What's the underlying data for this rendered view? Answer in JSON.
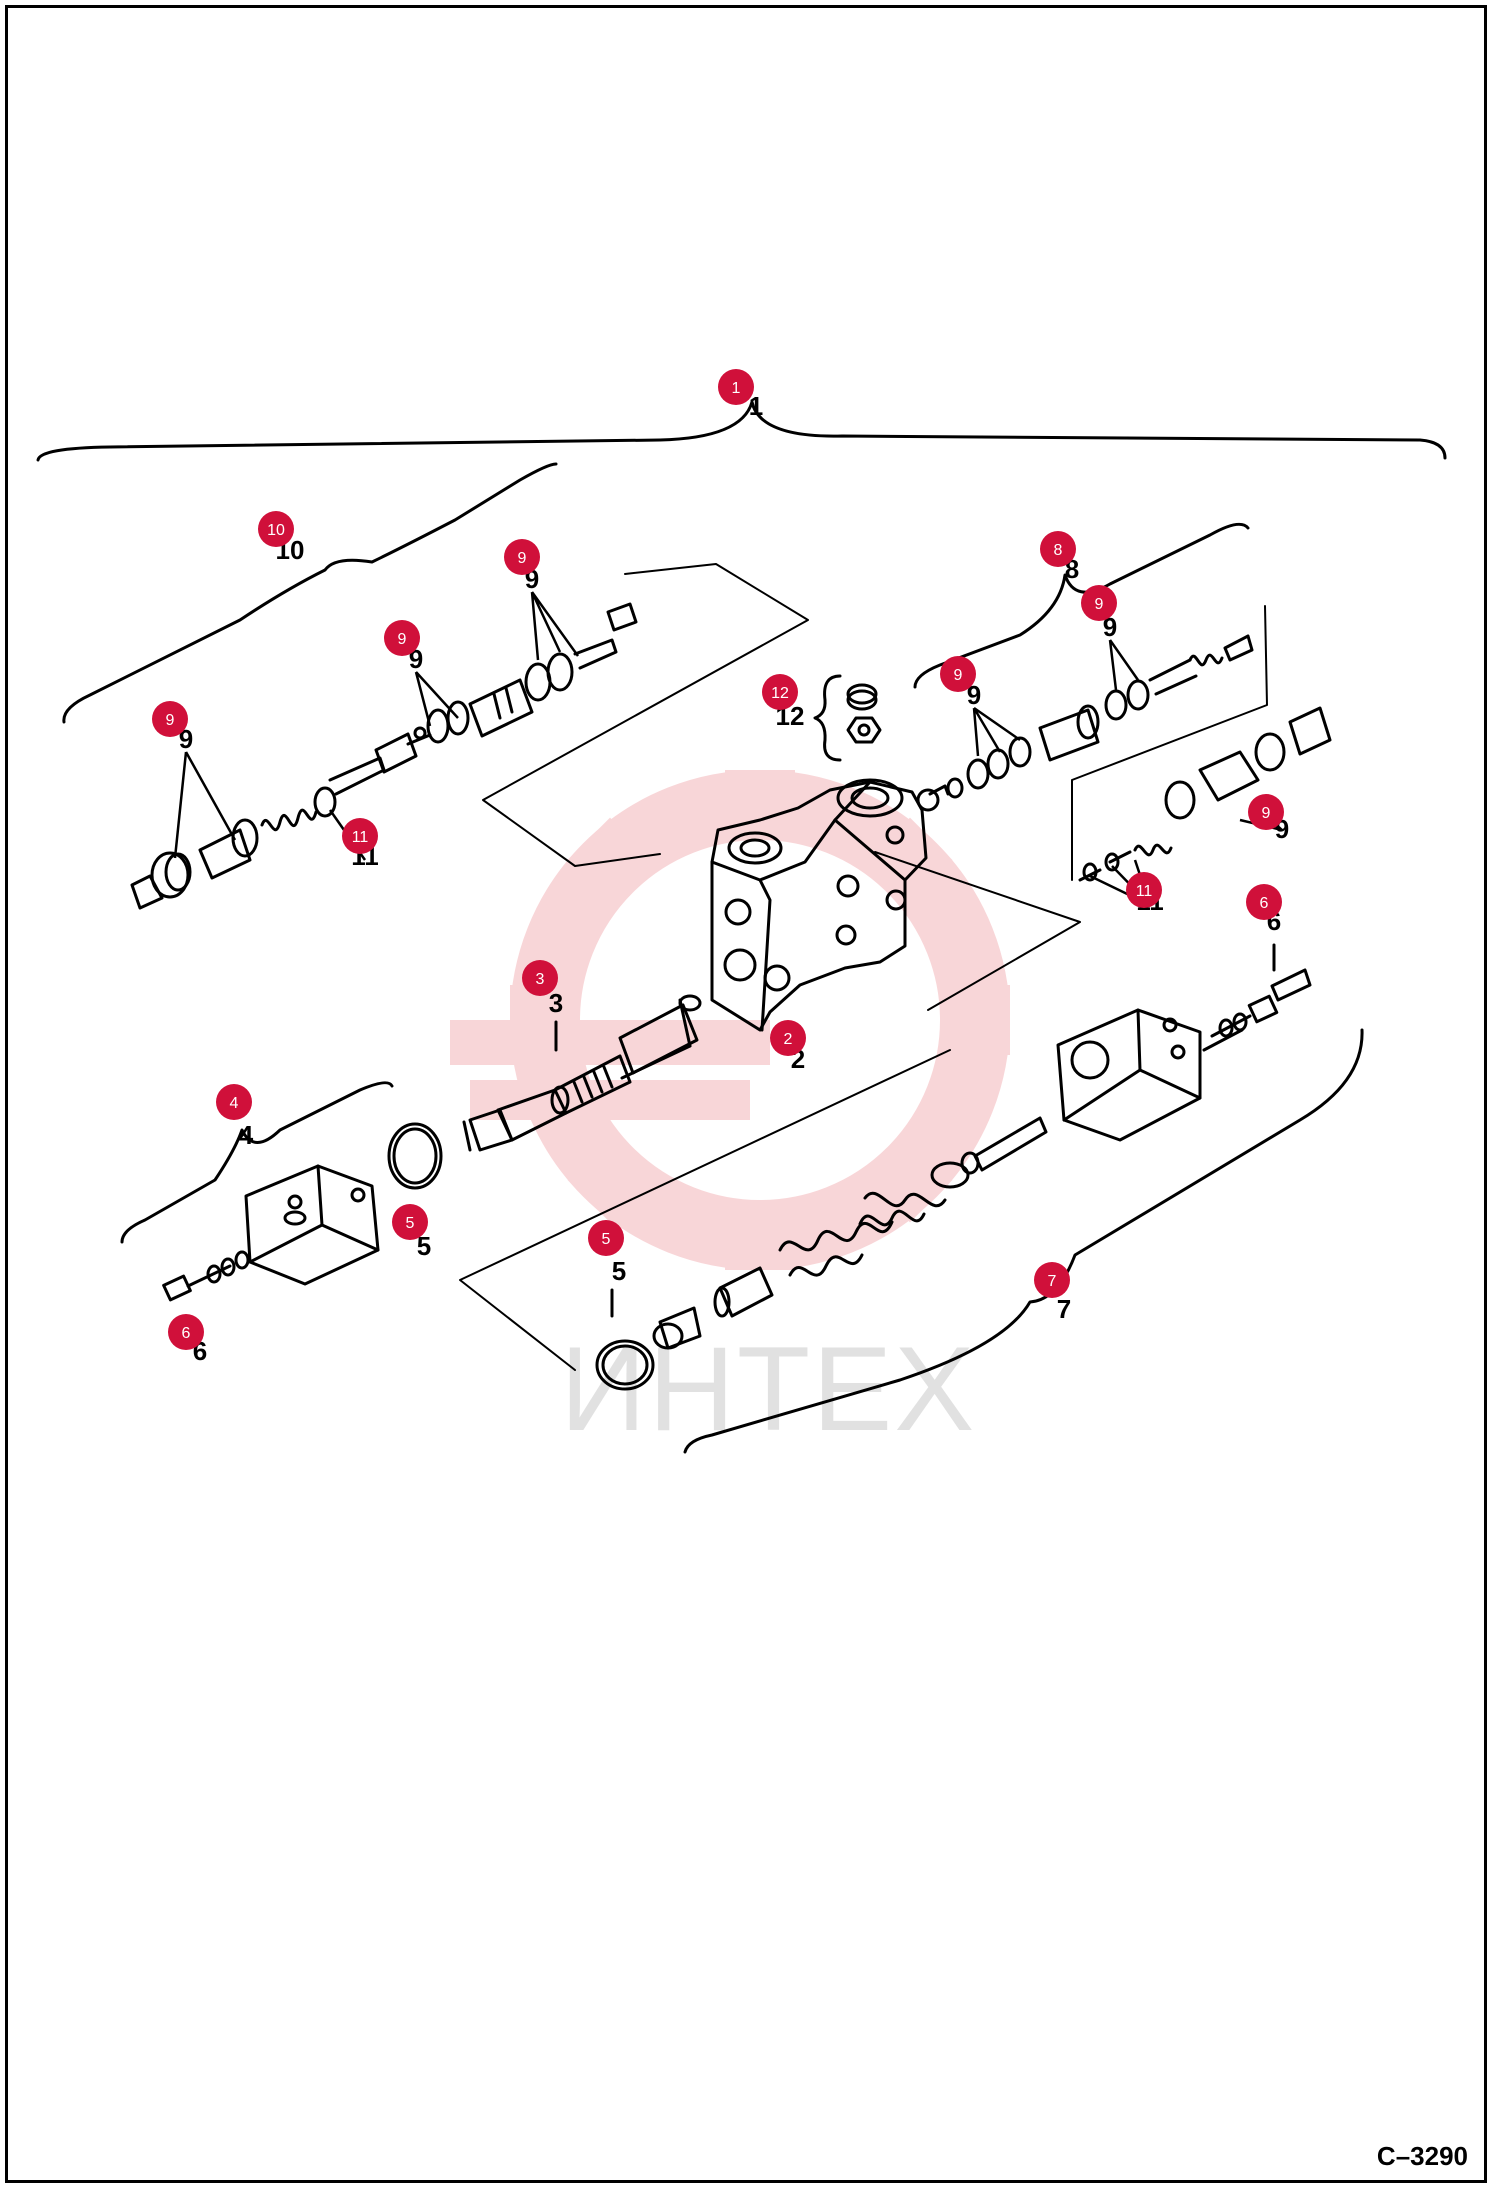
{
  "watermark": "ИНТЕХ",
  "drawing_ref": "C–3290",
  "colors": {
    "callout": "#d0103a",
    "watermark_gear": "#f4b5b9",
    "line": "#000000"
  },
  "callouts": [
    {
      "name": "callout-1",
      "label": "1",
      "num": "1"
    },
    {
      "name": "callout-2",
      "label": "2",
      "num": "2"
    },
    {
      "name": "callout-3",
      "label": "3",
      "num": "3"
    },
    {
      "name": "callout-4",
      "label": "4",
      "num": "4"
    },
    {
      "name": "callout-5a",
      "label": "5",
      "num": "5"
    },
    {
      "name": "callout-5b",
      "label": "5",
      "num": "5"
    },
    {
      "name": "callout-6a",
      "label": "6",
      "num": "6"
    },
    {
      "name": "callout-6b",
      "label": "6",
      "num": "6"
    },
    {
      "name": "callout-7",
      "label": "7",
      "num": "7"
    },
    {
      "name": "callout-8",
      "label": "8",
      "num": "8"
    },
    {
      "name": "callout-9a",
      "label": "9",
      "num": "9"
    },
    {
      "name": "callout-9b",
      "label": "9",
      "num": "9"
    },
    {
      "name": "callout-9c",
      "label": "9",
      "num": "9"
    },
    {
      "name": "callout-9d",
      "label": "9",
      "num": "9"
    },
    {
      "name": "callout-9e",
      "label": "9",
      "num": "9"
    },
    {
      "name": "callout-9f",
      "label": "9",
      "num": "9"
    },
    {
      "name": "callout-10",
      "label": "10",
      "num": "10"
    },
    {
      "name": "callout-11a",
      "label": "11",
      "num": "11"
    },
    {
      "name": "callout-11b",
      "label": "11",
      "num": "11"
    },
    {
      "name": "callout-12",
      "label": "12",
      "num": "12"
    }
  ]
}
